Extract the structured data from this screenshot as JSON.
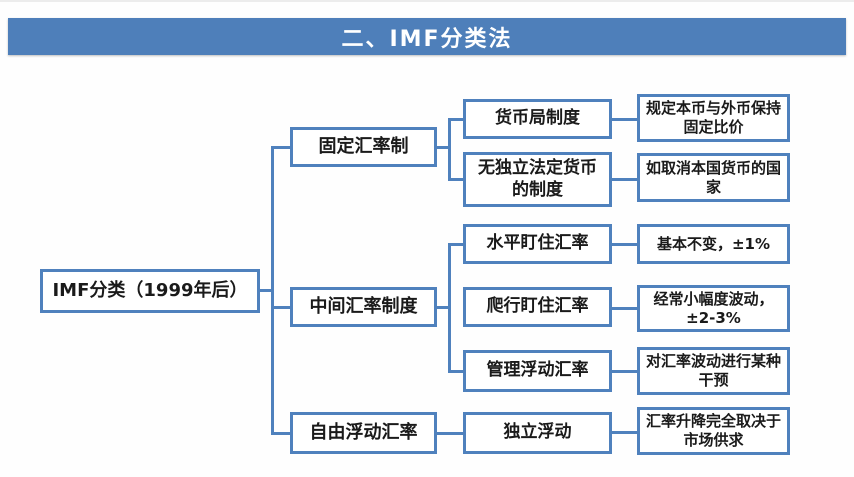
{
  "title": "二、IMF分类法",
  "colors": {
    "accent": "#4f81bd",
    "title_bg": "#4e7fba",
    "text": "#1a1a1a",
    "background": "#fefefe"
  },
  "root": {
    "label": "IMF分类（1999年后）"
  },
  "branches": [
    {
      "label": "固定汇率制",
      "children": [
        {
          "label": "货币局制度",
          "desc": "规定本币与外币保持固定比价"
        },
        {
          "label": "无独立法定货币的制度",
          "desc": "如取消本国货币的国家"
        }
      ]
    },
    {
      "label": "中间汇率制度",
      "children": [
        {
          "label": "水平盯住汇率",
          "desc": "基本不变，±1%"
        },
        {
          "label": "爬行盯住汇率",
          "desc": "经常小幅度波动，±2-3%"
        },
        {
          "label": "管理浮动汇率",
          "desc": "对汇率波动进行某种干预"
        }
      ]
    },
    {
      "label": "自由浮动汇率",
      "children": [
        {
          "label": "独立浮动",
          "desc": "汇率升降完全取决于市场供求"
        }
      ]
    }
  ]
}
